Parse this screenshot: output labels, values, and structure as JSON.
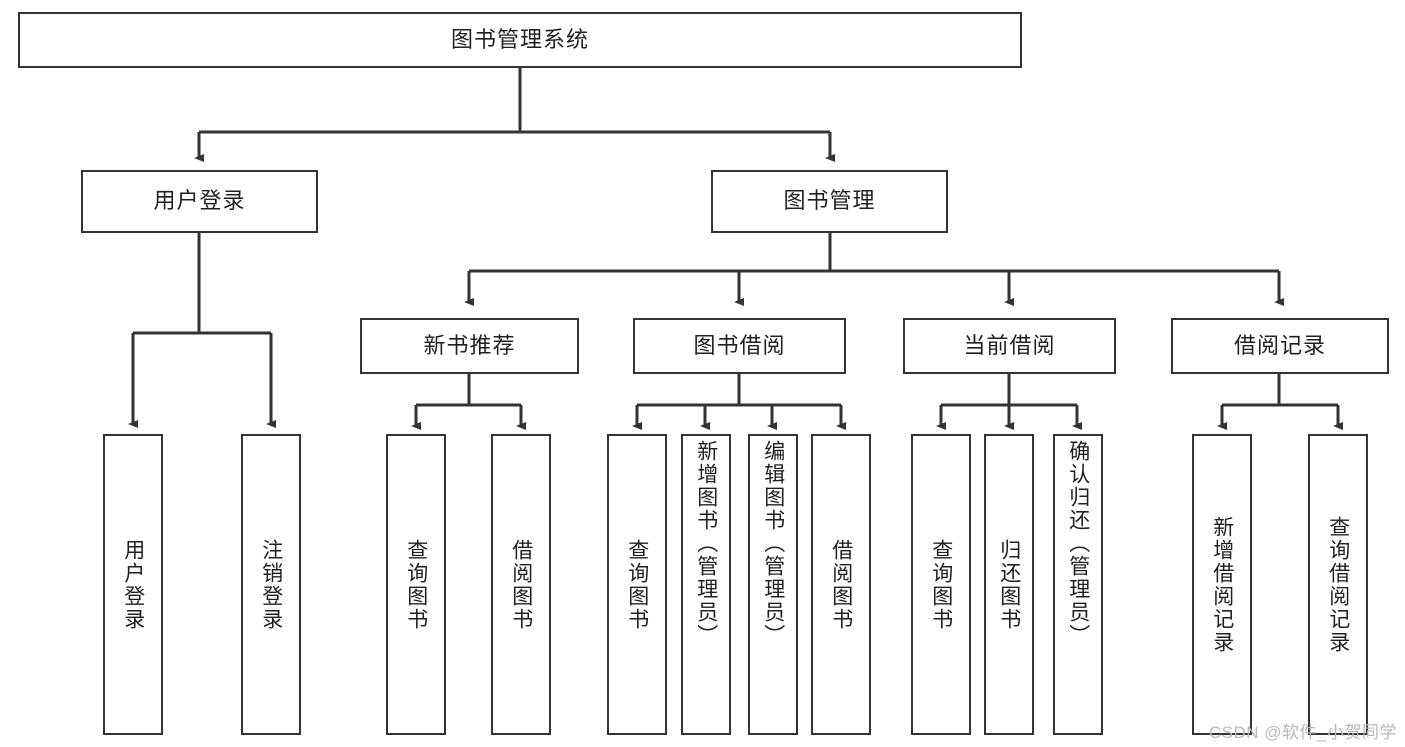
{
  "diagram": {
    "title": "图书管理系统",
    "watermark": "CSDN @软件_小贺同学",
    "colors": {
      "stroke": "#333333",
      "box_fill": "#ffffff",
      "text": "#231f20",
      "watermark": "#b9b9b9",
      "background": "#ffffff"
    },
    "nodes": {
      "root": {
        "label": "图书管理系统"
      },
      "level2": [
        {
          "id": "user-login",
          "label": "用户登录"
        },
        {
          "id": "book-management",
          "label": "图书管理"
        }
      ],
      "level3": [
        {
          "id": "new-book-recommend",
          "label": "新书推荐"
        },
        {
          "id": "book-borrow",
          "label": "图书借阅"
        },
        {
          "id": "current-borrow",
          "label": "当前借阅"
        },
        {
          "id": "borrow-record",
          "label": "借阅记录"
        }
      ],
      "leaves": {
        "user-login": [
          {
            "id": "leaf-user-login",
            "label": "用户登录"
          },
          {
            "id": "leaf-logout-login",
            "label": "注销登录"
          }
        ],
        "new-book-recommend": [
          {
            "id": "leaf-query-book-1",
            "label": "查询图书"
          },
          {
            "id": "leaf-borrow-book-1",
            "label": "借阅图书"
          }
        ],
        "book-borrow": [
          {
            "id": "leaf-query-book-2",
            "label": "查询图书"
          },
          {
            "id": "leaf-add-book",
            "label": "新增图书（管理员）"
          },
          {
            "id": "leaf-edit-book",
            "label": "编辑图书（管理员）"
          },
          {
            "id": "leaf-borrow-book-2",
            "label": "借阅图书"
          }
        ],
        "current-borrow": [
          {
            "id": "leaf-query-book-3",
            "label": "查询图书"
          },
          {
            "id": "leaf-return-book",
            "label": "归还图书"
          },
          {
            "id": "leaf-confirm-return",
            "label": "确认归还（管理员）"
          }
        ],
        "borrow-record": [
          {
            "id": "leaf-add-record",
            "label": "新增借阅记录"
          },
          {
            "id": "leaf-query-record",
            "label": "查询借阅记录"
          }
        ]
      }
    }
  }
}
